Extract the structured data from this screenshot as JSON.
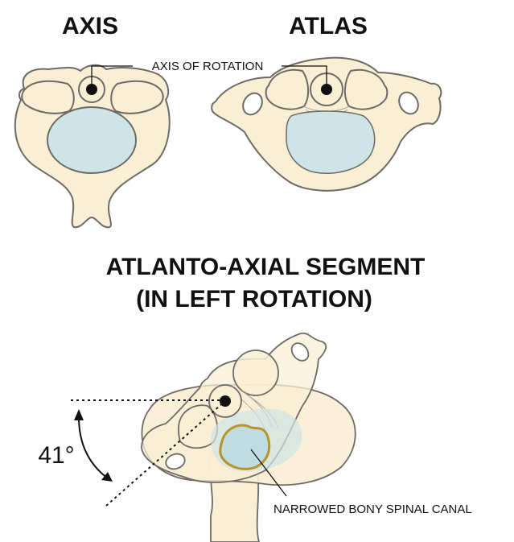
{
  "titles": {
    "axis": "AXIS",
    "atlas": "ATLAS",
    "segment_line1": "ATLANTO-AXIAL SEGMENT",
    "segment_line2": "(IN LEFT ROTATION)"
  },
  "labels": {
    "axis_of_rotation": "AXIS OF ROTATION",
    "angle": "41°",
    "canal": "NARROWED BONY SPINAL CANAL"
  },
  "colors": {
    "bone_fill": "#f8efd4",
    "bone_stroke": "#6e6a66",
    "canal_fill": "#cfe4e6",
    "canal_highlight": "#b8922a",
    "ink": "#111111"
  }
}
